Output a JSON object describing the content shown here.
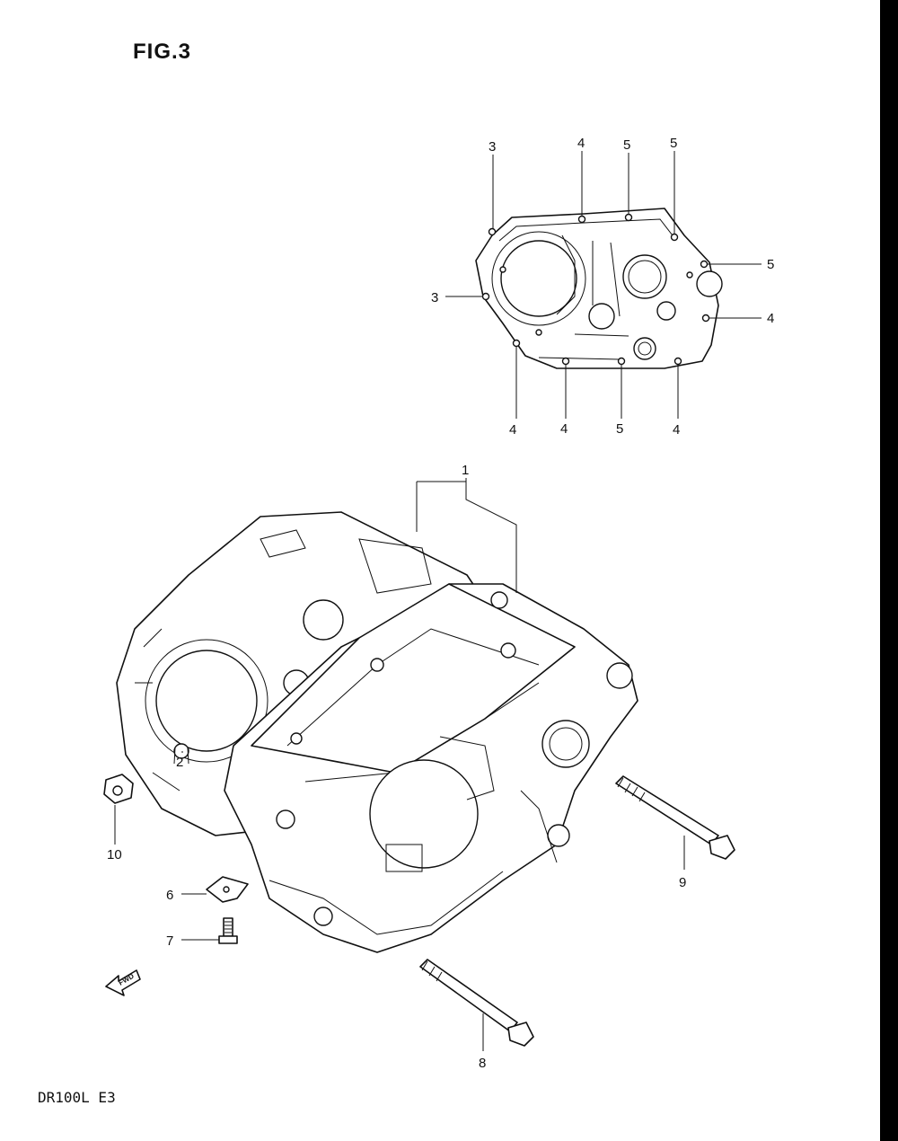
{
  "figure": {
    "title": "FIG.3",
    "model_code": "DR100L E3"
  },
  "callouts": {
    "top_view": [
      {
        "id": "t3a",
        "label": "3"
      },
      {
        "id": "t4a",
        "label": "4"
      },
      {
        "id": "t5a",
        "label": "5"
      },
      {
        "id": "t5b",
        "label": "5"
      },
      {
        "id": "t5c",
        "label": "5"
      },
      {
        "id": "t3b",
        "label": "3"
      },
      {
        "id": "t4b",
        "label": "4"
      },
      {
        "id": "t4c",
        "label": "4"
      },
      {
        "id": "t4d",
        "label": "4"
      },
      {
        "id": "t5d",
        "label": "5"
      },
      {
        "id": "t4e",
        "label": "4"
      }
    ],
    "exploded_view": [
      {
        "id": "p1",
        "label": "1"
      },
      {
        "id": "p2",
        "label": "2"
      },
      {
        "id": "p6",
        "label": "6"
      },
      {
        "id": "p7",
        "label": "7"
      },
      {
        "id": "p8",
        "label": "8"
      },
      {
        "id": "p9",
        "label": "9"
      },
      {
        "id": "p10",
        "label": "10"
      }
    ]
  },
  "direction_marker": {
    "label": "FWD",
    "icon": "forward-arrow-icon"
  }
}
